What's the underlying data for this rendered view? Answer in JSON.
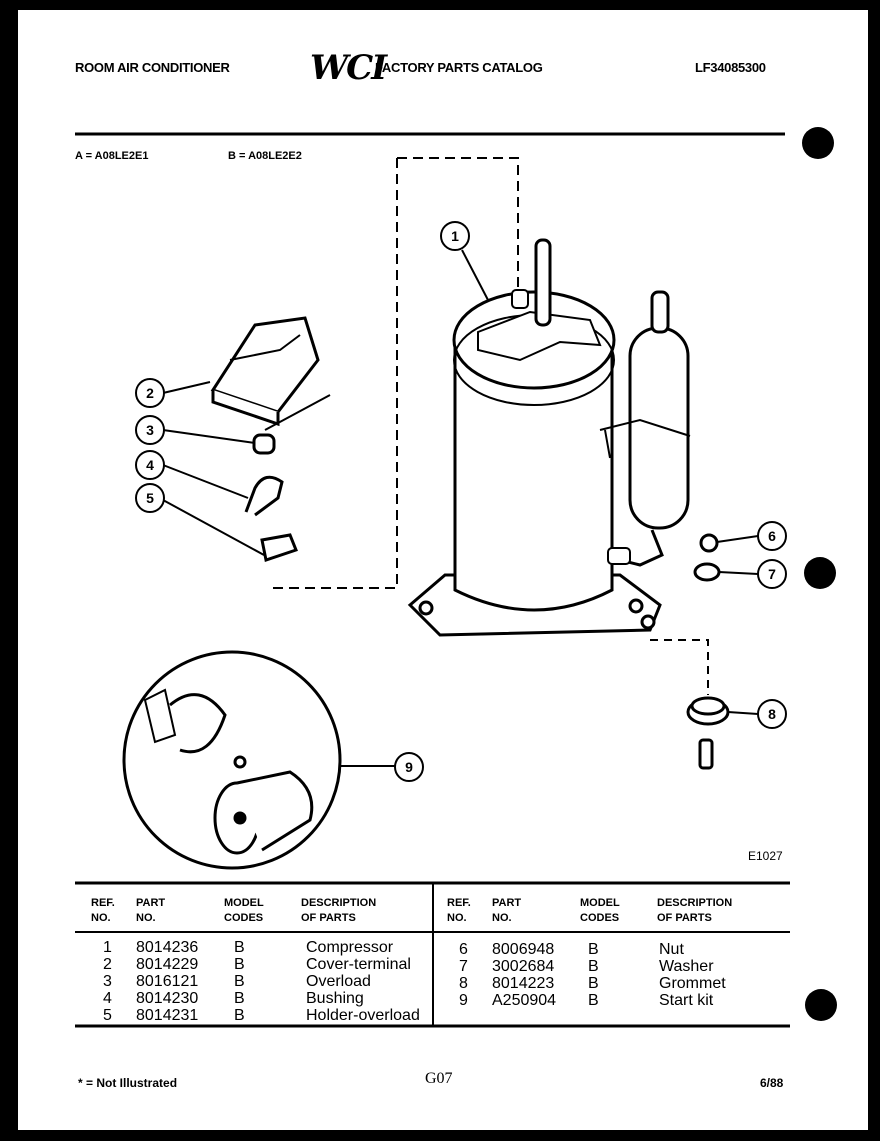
{
  "header": {
    "left": "ROOM AIR CONDITIONER",
    "logo": "WCI",
    "center": "FACTORY PARTS CATALOG",
    "right": "LF34085300"
  },
  "models": {
    "a": "A = A08LE2E1",
    "b": "B = A08LE2E2"
  },
  "diagram": {
    "callouts": [
      "1",
      "2",
      "3",
      "4",
      "5",
      "6",
      "7",
      "8",
      "9"
    ],
    "drawing_code": "E1027"
  },
  "table": {
    "headers": {
      "ref": "REF.\nNO.",
      "part": "PART\nNO.",
      "model": "MODEL\nCODES",
      "desc": "DESCRIPTION\nOF PARTS"
    },
    "left_rows": [
      {
        "ref": "1",
        "part": "8014236",
        "model": "B",
        "desc": "Compressor"
      },
      {
        "ref": "2",
        "part": "8014229",
        "model": "B",
        "desc": "Cover-terminal"
      },
      {
        "ref": "3",
        "part": "8016121",
        "model": "B",
        "desc": "Overload"
      },
      {
        "ref": "4",
        "part": "8014230",
        "model": "B",
        "desc": "Bushing"
      },
      {
        "ref": "5",
        "part": "8014231",
        "model": "B",
        "desc": "Holder-overload"
      }
    ],
    "right_rows": [
      {
        "ref": "6",
        "part": "8006948",
        "model": "B",
        "desc": "Nut"
      },
      {
        "ref": "7",
        "part": "3002684",
        "model": "B",
        "desc": "Washer"
      },
      {
        "ref": "8",
        "part": "8014223",
        "model": "B",
        "desc": "Grommet"
      },
      {
        "ref": "9",
        "part": "A250904",
        "model": "B",
        "desc": "Start kit"
      }
    ]
  },
  "footer": {
    "note": "* = Not Illustrated",
    "page": "G07",
    "date": "6/88"
  }
}
